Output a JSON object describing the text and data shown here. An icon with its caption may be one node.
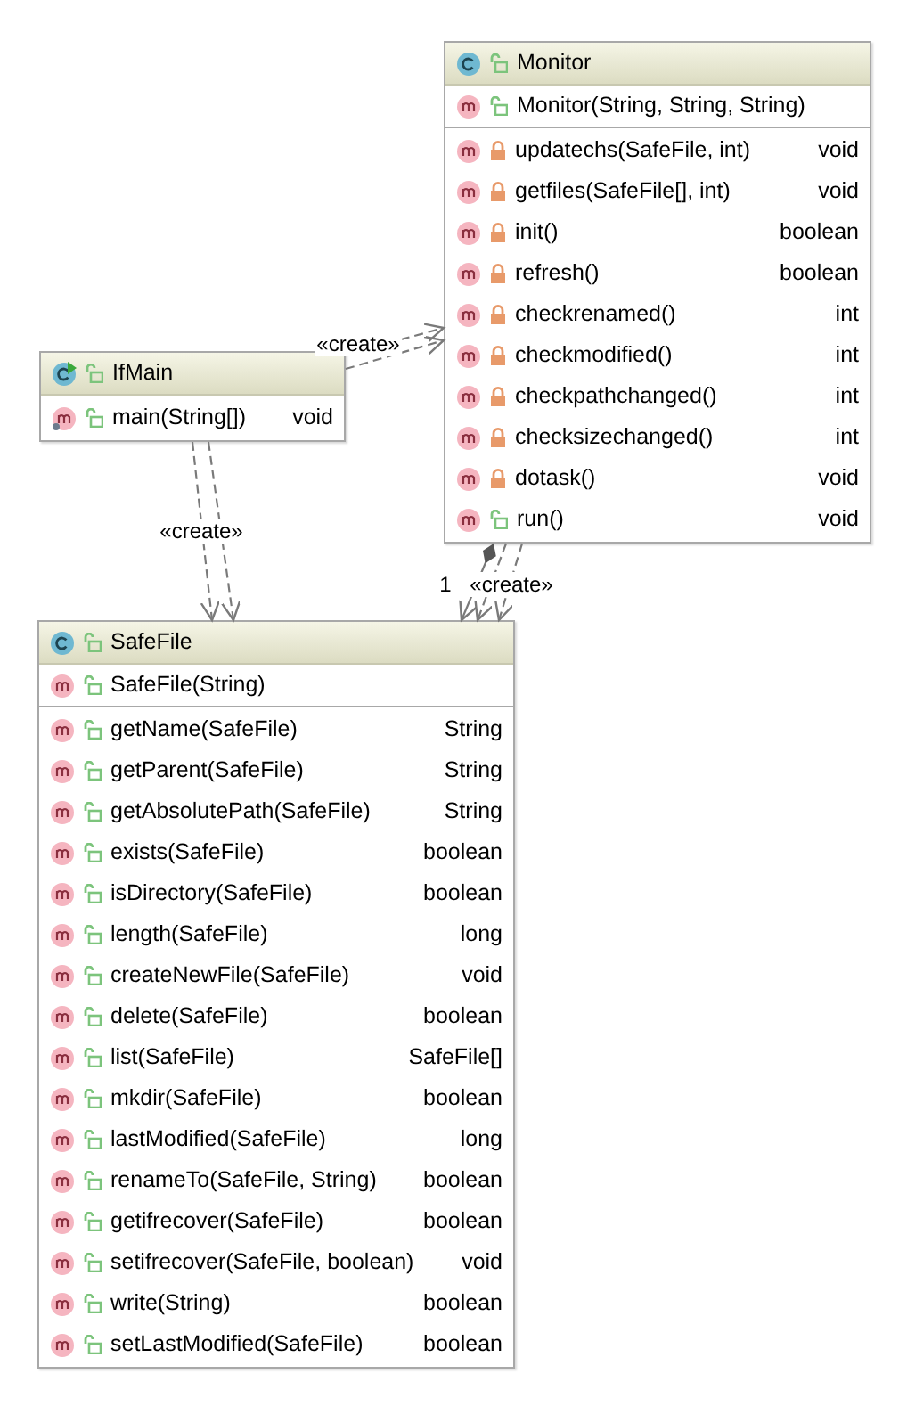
{
  "diagram": {
    "nodes": [
      {
        "text": [
          "Monitor",
          "Monitor(String, String, String)",
          "updatechs(SafeFile, int)",
          "void",
          "getfiles(SafeFile[], int)",
          "void",
          "init()",
          "boolean",
          "refresh()",
          "boolean",
          "checkrenamed()",
          "int",
          "checkmodified()",
          "int",
          "checkpathchanged()",
          "int",
          "checksizechanged()",
          "int",
          "dotask()",
          "void",
          "run()",
          "void"
        ]
      },
      {
        "text": [
          "IfMain",
          "main(String[])",
          "void"
        ]
      },
      {
        "text": [
          "SafeFile",
          "SafeFile(String)",
          "getName(SafeFile)",
          "String",
          "getParent(SafeFile)",
          "String",
          "getAbsolutePath(SafeFile)",
          "String",
          "exists(SafeFile)",
          "boolean",
          "isDirectory(SafeFile)",
          "boolean",
          "length(SafeFile)",
          "long",
          "createNewFile(SafeFile)",
          "void",
          "delete(SafeFile)",
          "boolean",
          "list(SafeFile)",
          "SafeFile[]",
          "mkdir(SafeFile)",
          "boolean",
          "lastModified(SafeFile)",
          "long",
          "renameTo(SafeFile, String)",
          "boolean",
          "getifrecover(SafeFile)",
          "boolean",
          "setifrecover(SafeFile, boolean)",
          "void",
          "write(String)",
          "boolean",
          "setLastModified(SafeFile)",
          "boolean"
        ]
      }
    ],
    "edges": [
      {
        "from": 1,
        "to": 0,
        "arrow": "to",
        "style": "dashed"
      },
      {
        "from": 1,
        "to": 0,
        "arrow": "to",
        "style": "dashed",
        "label": "«create»"
      },
      {
        "from": 1,
        "to": 2,
        "arrow": "to",
        "style": "dashed",
        "label": "«create»"
      },
      {
        "from": 1,
        "to": 2,
        "arrow": "to",
        "style": "dashed"
      },
      {
        "from": 0,
        "to": 2,
        "arrow": "to",
        "label": "1"
      },
      {
        "from": 0,
        "to": 2,
        "arrow": "to",
        "style": "dashed",
        "label": "«create»"
      },
      {
        "from": 0,
        "to": 2,
        "arrow": "to",
        "style": "dashed"
      }
    ]
  }
}
